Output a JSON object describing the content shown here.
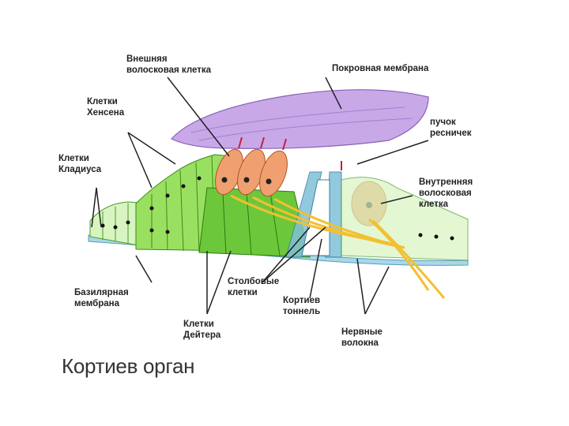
{
  "title": "Кортиев орган",
  "labels": {
    "outer_hair_cell": [
      "Внешняя",
      "волосковая клетка"
    ],
    "tectorial_membrane": [
      "Покровная мембрана"
    ],
    "hensen_cells": [
      "Клетки",
      "Хенсена"
    ],
    "hair_bundle": [
      "пучок",
      "ресничек"
    ],
    "claudius_cells": [
      "Клетки",
      "Кладиуса"
    ],
    "inner_hair_cell": [
      "Внутренняя",
      "волосковая",
      "клетка"
    ],
    "basilar_membrane": [
      "Базилярная",
      "мембрана"
    ],
    "pillar_cells": [
      "Столбовые",
      "клетки"
    ],
    "corti_tunnel": [
      "Кортиев",
      "тоннель"
    ],
    "deiters_cells": [
      "Клетки",
      "Дейтера"
    ],
    "nerve_fibers": [
      "Нервные",
      "волокна"
    ]
  },
  "colors": {
    "tectorial": "#c9a8e8",
    "support_cells": "#7fd44a",
    "hair_cells": "#f0a070",
    "nerve": "#f2c030",
    "basilar": "#a8d8e8"
  }
}
